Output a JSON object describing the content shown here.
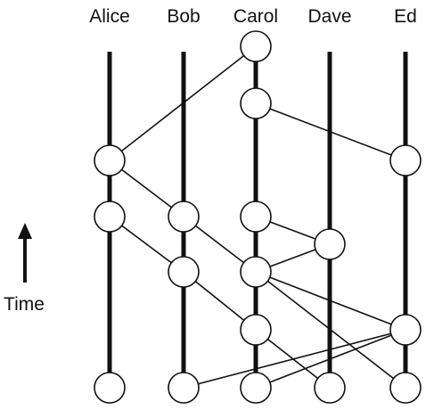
{
  "participants": [
    {
      "id": "alice",
      "label": "Alice"
    },
    {
      "id": "bob",
      "label": "Bob"
    },
    {
      "id": "carol",
      "label": "Carol"
    },
    {
      "id": "dave",
      "label": "Dave"
    },
    {
      "id": "ed",
      "label": "Ed"
    }
  ],
  "axis_label": "Time",
  "events": [
    {
      "id": "carol-1",
      "lane": "carol",
      "order": 1
    },
    {
      "id": "carol-2",
      "lane": "carol",
      "order": 2
    },
    {
      "id": "alice-3",
      "lane": "alice",
      "order": 3
    },
    {
      "id": "ed-3",
      "lane": "ed",
      "order": 3
    },
    {
      "id": "alice-4",
      "lane": "alice",
      "order": 4
    },
    {
      "id": "bob-4",
      "lane": "bob",
      "order": 4
    },
    {
      "id": "carol-4",
      "lane": "carol",
      "order": 4
    },
    {
      "id": "dave-4",
      "lane": "dave",
      "order": 4.5
    },
    {
      "id": "bob-5",
      "lane": "bob",
      "order": 5
    },
    {
      "id": "carol-5",
      "lane": "carol",
      "order": 5
    },
    {
      "id": "carol-6",
      "lane": "carol",
      "order": 6
    },
    {
      "id": "ed-6",
      "lane": "ed",
      "order": 6
    },
    {
      "id": "alice-7",
      "lane": "alice",
      "order": 7
    },
    {
      "id": "bob-7",
      "lane": "bob",
      "order": 7
    },
    {
      "id": "carol-7",
      "lane": "carol",
      "order": 7
    },
    {
      "id": "dave-7",
      "lane": "dave",
      "order": 7
    },
    {
      "id": "ed-7",
      "lane": "ed",
      "order": 7
    }
  ],
  "messages": [
    {
      "from": "alice-3",
      "to": "carol-1"
    },
    {
      "from": "ed-3",
      "to": "carol-2"
    },
    {
      "from": "bob-4",
      "to": "alice-3"
    },
    {
      "from": "bob-5",
      "to": "alice-4"
    },
    {
      "from": "carol-5",
      "to": "bob-4"
    },
    {
      "from": "dave-4",
      "to": "carol-4"
    },
    {
      "from": "dave-4",
      "to": "carol-5"
    },
    {
      "from": "carol-6",
      "to": "bob-5"
    },
    {
      "from": "ed-6",
      "to": "carol-5"
    },
    {
      "from": "ed-6",
      "to": "bob-7"
    },
    {
      "from": "dave-7",
      "to": "carol-6"
    },
    {
      "from": "ed-7",
      "to": "carol-5"
    },
    {
      "from": "carol-7",
      "to": "ed-6"
    }
  ],
  "colors": {
    "line": "#111111",
    "node_fill": "#ffffff"
  }
}
